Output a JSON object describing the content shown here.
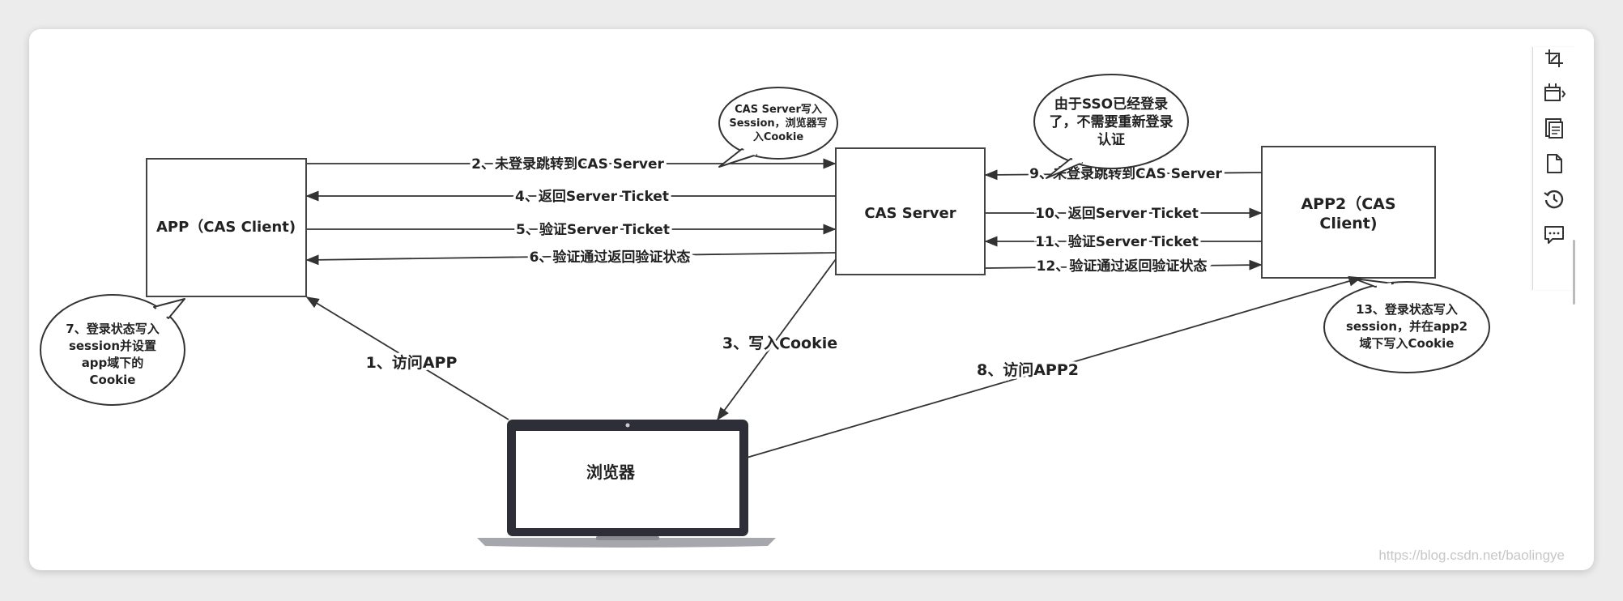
{
  "nodes": {
    "app": "APP（CAS Client)",
    "cas_server": "CAS Server",
    "app2_line1": "APP2（CAS",
    "app2_line2": "Client)",
    "browser": "浏览器"
  },
  "edges": {
    "e1": "1、访问APP",
    "e2": "2、未登录跳转到CAS Server",
    "e3": "3、写入Cookie",
    "e4": "4、返回Server Ticket",
    "e5": "5、验证Server Ticket",
    "e6": "6、验证通过返回验证状态",
    "e8": "8、访问APP2",
    "e9": "9、未登录跳转到CAS Server",
    "e10": "10、返回Server Ticket",
    "e11": "11、验证Server Ticket",
    "e12": "12、验证通过返回验证状态"
  },
  "bubbles": {
    "cas_write": [
      "CAS Server写入",
      "Session，浏览器写",
      "入Cookie"
    ],
    "sso": [
      "由于SSO已经登录",
      "了，不需要重新登录",
      "认证"
    ],
    "step7": [
      "7、登录状态写入",
      "session并设置",
      "app域下的",
      "Cookie"
    ],
    "step13": [
      "13、登录状态写入",
      "session，并在app2",
      "域下写入Cookie"
    ]
  },
  "toolbar": {
    "icons": [
      "crop-icon",
      "resize-icon",
      "copy-icon",
      "page-icon",
      "history-icon",
      "comment-icon"
    ]
  },
  "watermark": "https://blog.csdn.net/baolingye"
}
